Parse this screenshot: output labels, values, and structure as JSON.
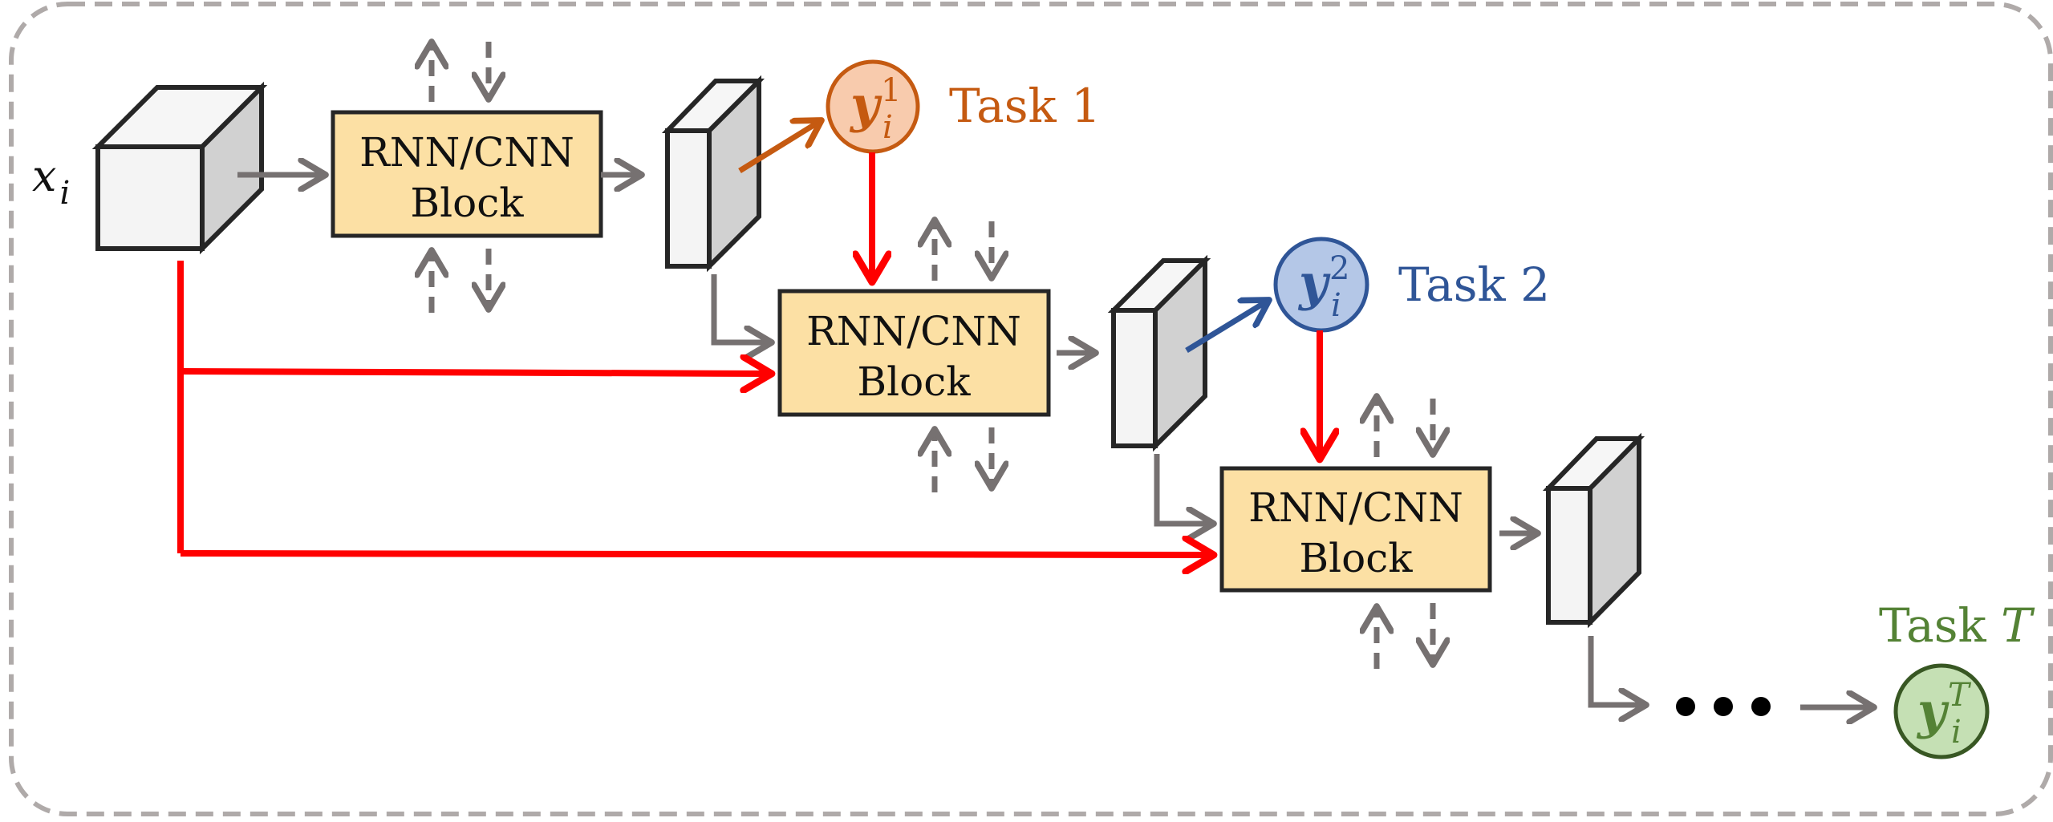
{
  "diagram": {
    "title": "Multi-task cascaded RNN/CNN architecture",
    "input": {
      "label_base": "x",
      "label_sub": "i"
    },
    "block_label_line1": "RNN/CNN",
    "block_label_line2": "Block",
    "blocks": [
      {
        "id": "block-1",
        "line1": "RNN/CNN",
        "line2": "Block"
      },
      {
        "id": "block-2",
        "line1": "RNN/CNN",
        "line2": "Block"
      },
      {
        "id": "block-3",
        "line1": "RNN/CNN",
        "line2": "Block"
      }
    ],
    "tasks": [
      {
        "id": "task-1",
        "label": "Task 1",
        "output_base": "y",
        "output_sub": "i",
        "output_sup": "1",
        "color": "#C55A11",
        "fill": "#F8CBAD"
      },
      {
        "id": "task-2",
        "label": "Task 2",
        "output_base": "y",
        "output_sub": "i",
        "output_sup": "2",
        "color": "#2F5597",
        "fill": "#B4C7E7"
      },
      {
        "id": "task-T",
        "label_prefix": "Task ",
        "label_italic": "T",
        "output_base": "y",
        "output_sub": "i",
        "output_sup": "T",
        "color": "#548235",
        "fill": "#C5E0B4"
      }
    ],
    "ellipsis": "•••",
    "colors": {
      "frame": "#AFAAA9",
      "block_fill": "#FCE0A4",
      "skip_connection": "#FF0000",
      "flow_arrow": "#767171",
      "outline": "#262626"
    }
  }
}
